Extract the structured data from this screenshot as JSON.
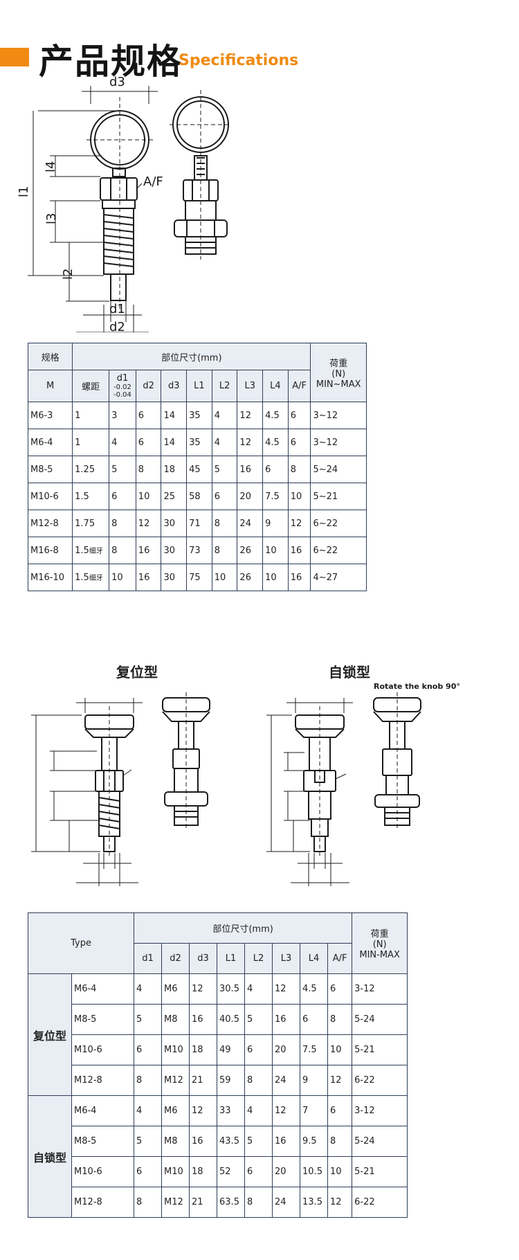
{
  "header": {
    "title_zh": "产品规格",
    "title_en": "Specifications"
  },
  "drawing1": {
    "labels": {
      "d3": "d3",
      "l1": "l1",
      "l4": "l4",
      "l3": "l3",
      "l2": "l2",
      "d1": "d1",
      "d2": "d2",
      "af": "A/F"
    }
  },
  "table1": {
    "header": {
      "spec": "规格",
      "dims": "部位尺寸(mm)",
      "load": "荷重",
      "load_unit": "(N)",
      "load_range": "MIN~MAX",
      "m": "M",
      "pitch": "螺距",
      "d1": "d1",
      "d1_tol_hi": "-0.02",
      "d1_tol_lo": "-0.04",
      "cols": [
        "d2",
        "d3",
        "L1",
        "L2",
        "L3",
        "L4",
        "A/F"
      ]
    },
    "rows": [
      {
        "m": "M6-3",
        "pitch": "1",
        "pitch_note": "",
        "d1": "3",
        "d2": "6",
        "d3": "14",
        "L1": "35",
        "L2": "4",
        "L3": "12",
        "L4": "4.5",
        "AF": "6",
        "load": "3~12"
      },
      {
        "m": "M6-4",
        "pitch": "1",
        "pitch_note": "",
        "d1": "4",
        "d2": "6",
        "d3": "14",
        "L1": "35",
        "L2": "4",
        "L3": "12",
        "L4": "4.5",
        "AF": "6",
        "load": "3~12"
      },
      {
        "m": "M8-5",
        "pitch": "1.25",
        "pitch_note": "",
        "d1": "5",
        "d2": "8",
        "d3": "18",
        "L1": "45",
        "L2": "5",
        "L3": "16",
        "L4": "6",
        "AF": "8",
        "load": "5~24"
      },
      {
        "m": "M10-6",
        "pitch": "1.5",
        "pitch_note": "",
        "d1": "6",
        "d2": "10",
        "d3": "25",
        "L1": "58",
        "L2": "6",
        "L3": "20",
        "L4": "7.5",
        "AF": "10",
        "load": "5~21"
      },
      {
        "m": "M12-8",
        "pitch": "1.75",
        "pitch_note": "",
        "d1": "8",
        "d2": "12",
        "d3": "30",
        "L1": "71",
        "L2": "8",
        "L3": "24",
        "L4": "9",
        "AF": "12",
        "load": "6~22"
      },
      {
        "m": "M16-8",
        "pitch": "1.5",
        "pitch_note": "细牙",
        "d1": "8",
        "d2": "16",
        "d3": "30",
        "L1": "73",
        "L2": "8",
        "L3": "26",
        "L4": "10",
        "AF": "16",
        "load": "6~22"
      },
      {
        "m": "M16-10",
        "pitch": "1.5",
        "pitch_note": "细牙",
        "d1": "10",
        "d2": "16",
        "d3": "30",
        "L1": "75",
        "L2": "10",
        "L3": "26",
        "L4": "10",
        "AF": "16",
        "load": "4~27"
      }
    ]
  },
  "section2": {
    "reset_title": "复位型",
    "lock_title": "自锁型",
    "rotate_note": "Rotate the knob 90°"
  },
  "table2": {
    "header": {
      "type": "Type",
      "dims": "部位尺寸(mm)",
      "load": "荷重",
      "load_unit": "(N)",
      "load_range": "MIN-MAX",
      "cols": [
        "d1",
        "d2",
        "d3",
        "L1",
        "L2",
        "L3",
        "L4",
        "A/F"
      ]
    },
    "groups": [
      {
        "name": "复位型",
        "rows": [
          {
            "type": "M6-4",
            "d1": "4",
            "d2": "M6",
            "d3": "12",
            "L1": "30.5",
            "L2": "4",
            "L3": "12",
            "L4": "4.5",
            "AF": "6",
            "load": "3-12"
          },
          {
            "type": "M8-5",
            "d1": "5",
            "d2": "M8",
            "d3": "16",
            "L1": "40.5",
            "L2": "5",
            "L3": "16",
            "L4": "6",
            "AF": "8",
            "load": "5-24"
          },
          {
            "type": "M10-6",
            "d1": "6",
            "d2": "M10",
            "d3": "18",
            "L1": "49",
            "L2": "6",
            "L3": "20",
            "L4": "7.5",
            "AF": "10",
            "load": "5-21"
          },
          {
            "type": "M12-8",
            "d1": "8",
            "d2": "M12",
            "d3": "21",
            "L1": "59",
            "L2": "8",
            "L3": "24",
            "L4": "9",
            "AF": "12",
            "load": "6-22"
          }
        ]
      },
      {
        "name": "自锁型",
        "rows": [
          {
            "type": "M6-4",
            "d1": "4",
            "d2": "M6",
            "d3": "12",
            "L1": "33",
            "L2": "4",
            "L3": "12",
            "L4": "7",
            "AF": "6",
            "load": "3-12"
          },
          {
            "type": "M8-5",
            "d1": "5",
            "d2": "M8",
            "d3": "16",
            "L1": "43.5",
            "L2": "5",
            "L3": "16",
            "L4": "9.5",
            "AF": "8",
            "load": "5-24"
          },
          {
            "type": "M10-6",
            "d1": "6",
            "d2": "M10",
            "d3": "18",
            "L1": "52",
            "L2": "6",
            "L3": "20",
            "L4": "10.5",
            "AF": "10",
            "load": "5-21"
          },
          {
            "type": "M12-8",
            "d1": "8",
            "d2": "M12",
            "d3": "21",
            "L1": "63.5",
            "L2": "8",
            "L3": "24",
            "L4": "13.5",
            "AF": "12",
            "load": "6-22"
          }
        ]
      }
    ]
  },
  "colors": {
    "accent": "#f08a12",
    "header_bg": "#e9edf4",
    "border": "#2e3d56"
  }
}
